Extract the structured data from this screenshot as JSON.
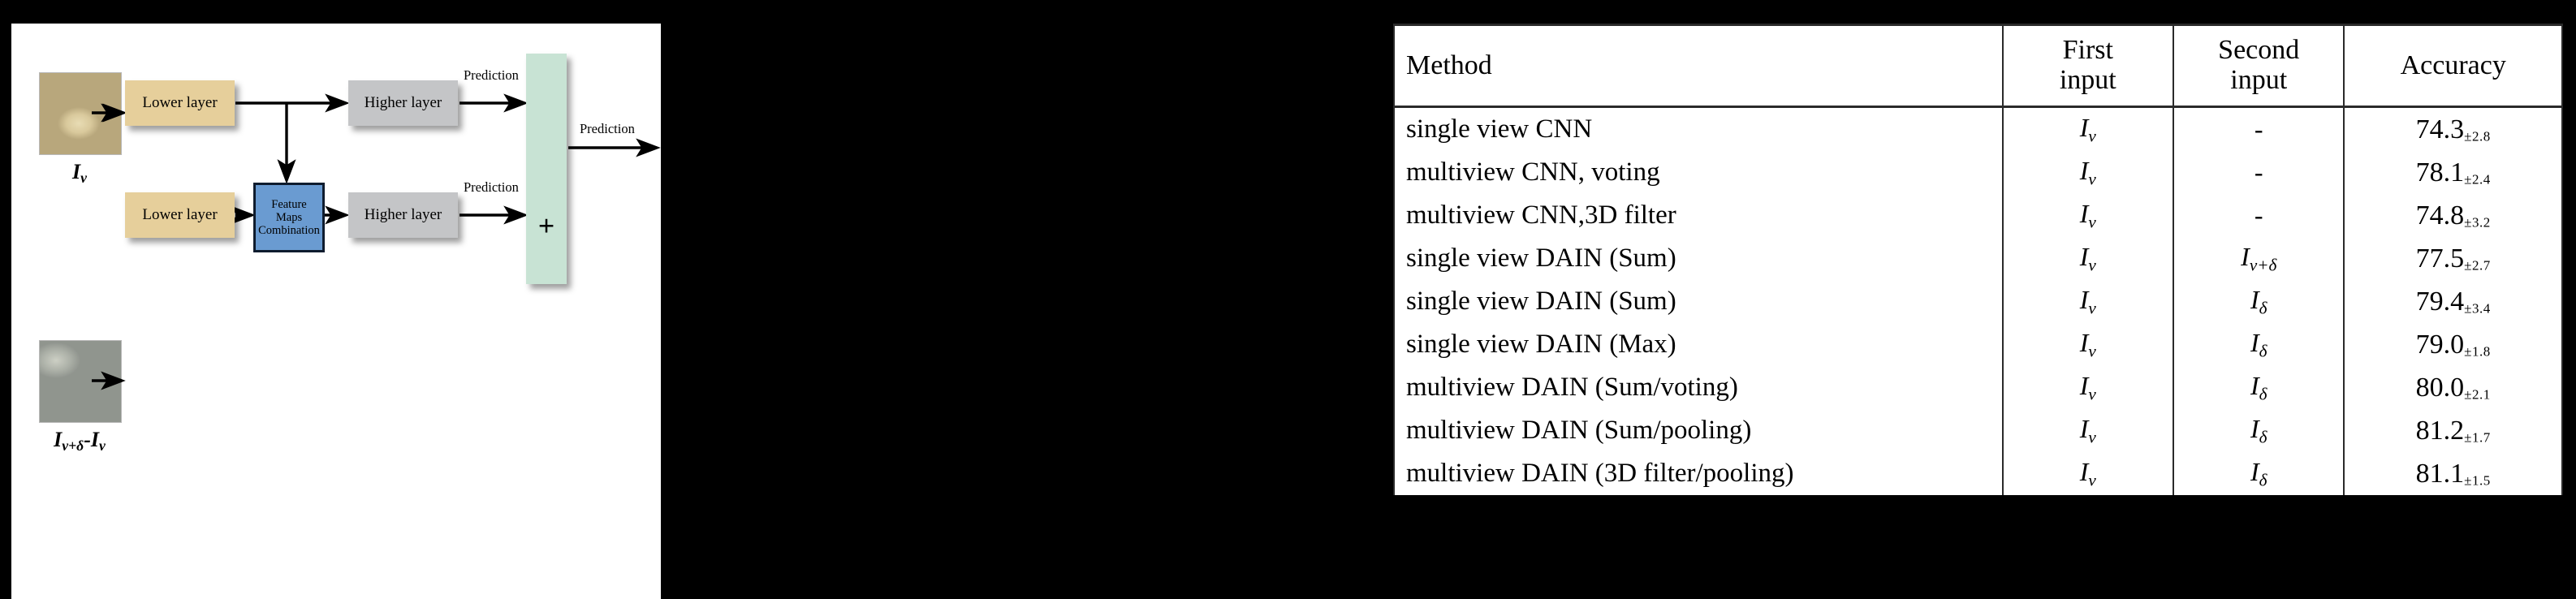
{
  "figure": {
    "inputs": [
      {
        "name": "input-image-top",
        "label_base": "I",
        "label_sub": "v",
        "alt": "rock texture photo"
      },
      {
        "name": "input-image-bottom",
        "label_base": "I",
        "label_sub": "v+δ",
        "label_suffix": "-I",
        "label_suffix_sub": "v",
        "alt": "difference image texture"
      }
    ],
    "labels": {
      "iv": "I",
      "iv_sub": "v",
      "idiff_1": "I",
      "idiff_1_sub": "v+δ",
      "idiff_2": "-I",
      "idiff_2_sub": "v"
    },
    "nodes": {
      "lower_layer_top": "Lower layer",
      "lower_layer_bottom": "Lower layer",
      "higher_layer_top": "Higher layer",
      "higher_layer_bottom": "Higher layer",
      "feature_maps_combination_line1": "Feature",
      "feature_maps_combination_line2": "Maps",
      "feature_maps_combination_line3": "Combination",
      "sum_symbol": "+"
    },
    "edges": {
      "prediction_top": "Prediction",
      "prediction_bottom": "Prediction",
      "prediction_final": "Prediction"
    },
    "caption": "",
    "colors": {
      "lower_layer": "#e6cf9b",
      "higher_layer": "#c4c5c7",
      "feature_maps_combination": "#6a9bd1",
      "sum_block": "#c8e3d4"
    }
  },
  "table": {
    "headers": {
      "method": "Method",
      "first_input_line1": "First",
      "first_input_line2": "input",
      "second_input_line1": "Second",
      "second_input_line2": "input",
      "accuracy": "Accuracy"
    },
    "groups": [
      {
        "rows": [
          {
            "method": "single view CNN",
            "first_input": {
              "base": "I",
              "sub": "v"
            },
            "second_input": {
              "base": "-",
              "sub": ""
            },
            "accuracy_value": "74.3",
            "accuracy_std": "±2.8"
          },
          {
            "method": "multiview CNN, voting",
            "first_input": {
              "base": "I",
              "sub": "v"
            },
            "second_input": {
              "base": "-",
              "sub": ""
            },
            "accuracy_value": "78.1",
            "accuracy_std": "±2.4"
          },
          {
            "method": "multiview CNN,3D filter",
            "first_input": {
              "base": "I",
              "sub": "v"
            },
            "second_input": {
              "base": "-",
              "sub": ""
            },
            "accuracy_value": "74.8",
            "accuracy_std": "±3.2"
          }
        ]
      },
      {
        "rows": [
          {
            "method": "single view DAIN (Sum)",
            "first_input": {
              "base": "I",
              "sub": "v"
            },
            "second_input": {
              "base": "I",
              "sub": "v+δ"
            },
            "accuracy_value": "77.5",
            "accuracy_std": "±2.7"
          },
          {
            "method": "single view DAIN (Sum)",
            "first_input": {
              "base": "I",
              "sub": "v"
            },
            "second_input": {
              "base": "I",
              "sub": "δ"
            },
            "accuracy_value": "79.4",
            "accuracy_std": "±3.4"
          },
          {
            "method": "single view DAIN (Max)",
            "first_input": {
              "base": "I",
              "sub": "v"
            },
            "second_input": {
              "base": "I",
              "sub": "δ"
            },
            "accuracy_value": "79.0",
            "accuracy_std": "±1.8"
          }
        ]
      },
      {
        "rows": [
          {
            "method": "multiview DAIN (Sum/voting)",
            "first_input": {
              "base": "I",
              "sub": "v"
            },
            "second_input": {
              "base": "I",
              "sub": "δ"
            },
            "accuracy_value": "80.0",
            "accuracy_std": "±2.1"
          },
          {
            "method": "multiview DAIN (Sum/pooling)",
            "first_input": {
              "base": "I",
              "sub": "v"
            },
            "second_input": {
              "base": "I",
              "sub": "δ"
            },
            "accuracy_value": "81.2",
            "accuracy_std": "±1.7"
          },
          {
            "method": "multiview DAIN (3D filter/pooling)",
            "first_input": {
              "base": "I",
              "sub": "v"
            },
            "second_input": {
              "base": "I",
              "sub": "δ"
            },
            "accuracy_value": "81.1",
            "accuracy_std": "±1.5"
          }
        ]
      }
    ]
  }
}
